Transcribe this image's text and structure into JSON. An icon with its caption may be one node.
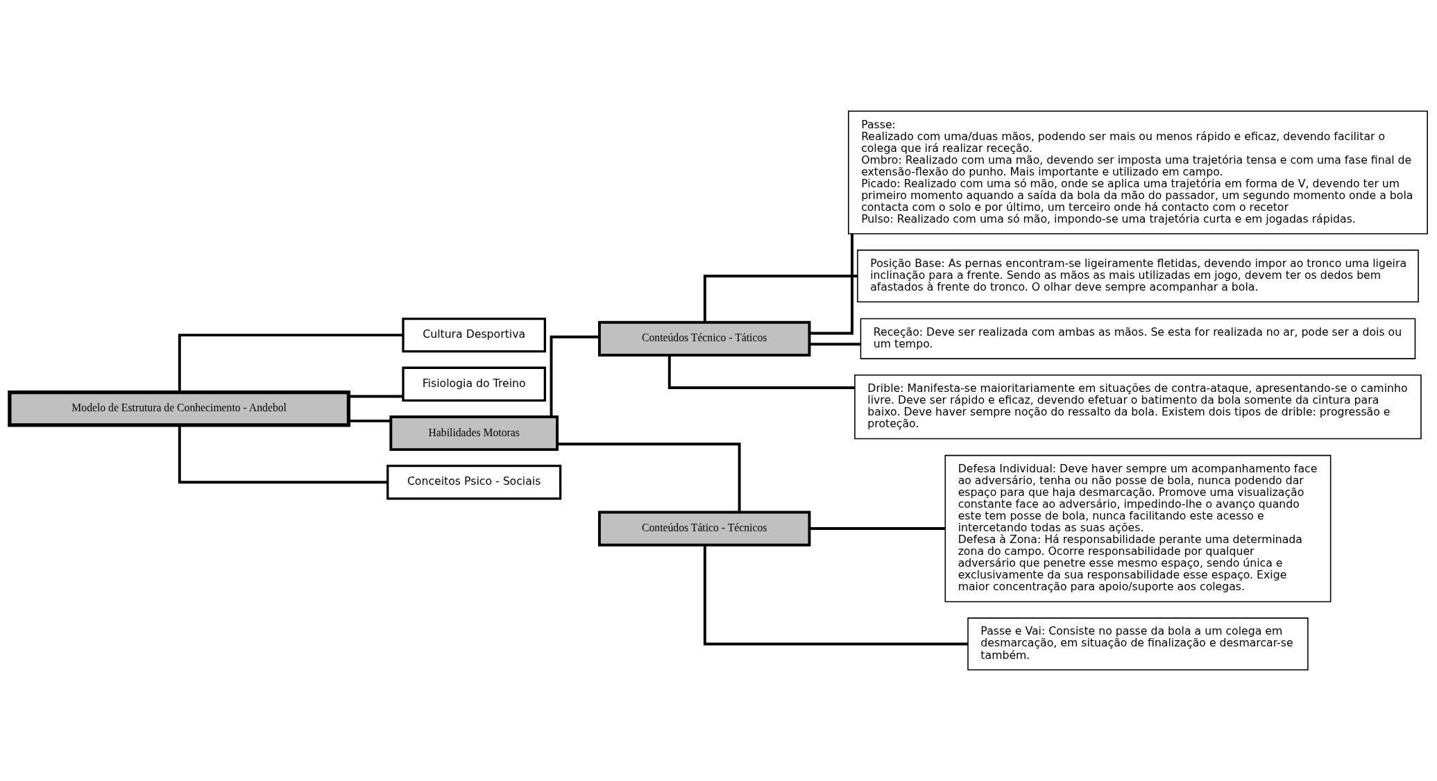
{
  "diagram": {
    "nodes": [
      {
        "text": [
          "Modelo de Estrutura de Conhecimento - Andebol"
        ]
      },
      {
        "text": [
          "Cultura Desportiva"
        ]
      },
      {
        "text": [
          "Fisiologia do Treino"
        ]
      },
      {
        "text": [
          "Habilidades Motoras"
        ]
      },
      {
        "text": [
          "Conceitos Psico - Sociais"
        ]
      },
      {
        "text": [
          "Conteúdos Técnico - Táticos"
        ]
      },
      {
        "text": [
          "Conteúdos Tático - Técnicos"
        ]
      },
      {
        "text": [
          "Passe:",
          "Realizado com uma/duas mãos, podendo ser mais ou menos rápido e eficaz, devendo facilitar o colega que irá realizar receção.",
          "Ombro: Realizado com uma mão, devendo ser imposta uma trajetória tensa e com uma fase final de extensão-flexão do punho. Mais importante e utilizado em campo.",
          "Picado: Realizado com uma só mão, onde se aplica uma trajetória em forma de V, devendo ter um primeiro momento aquando a saída da bola da mão do passador, um segundo momento onde a bola contacta com o solo e por último, um terceiro onde há contacto com o recetor",
          "Pulso: Realizado com uma só mão, impondo-se uma trajetória curta e em jogadas rápidas."
        ]
      },
      {
        "text": [
          "Posição Base: As pernas encontram-se ligeiramente fletidas, devendo impor ao tronco uma ligeira inclinação para a frente. Sendo as mãos as mais utilizadas em jogo, devem ter os dedos bem afastados à frente do tronco. O olhar deve sempre acompanhar a bola."
        ]
      },
      {
        "text": [
          "Receção: Deve ser realizada com ambas as mãos. Se esta for realizada no ar, pode ser a dois ou um tempo."
        ]
      },
      {
        "text": [
          "Drible: Manifesta-se maioritariamente em situações de contra-ataque, apresentando-se o caminho livre. Deve ser rápido e eficaz, devendo efetuar o batimento da bola somente da cintura para baixo. Deve haver sempre noção do ressalto da bola. Existem dois tipos de drible: progressão e proteção."
        ]
      },
      {
        "text": [
          "Defesa Individual: Deve haver sempre um acompanhamento face ao adversário, tenha ou não posse de bola, nunca podendo dar espaço para que haja desmarcação. Promove uma visualização constante face ao adversário, impedindo-lhe o avanço quando este tem posse de bola, nunca facilitando este acesso e intercetando todas as suas ações.",
          "Defesa à Zona: Há responsabilidade perante uma determinada zona do campo. Ocorre responsabilidade por qualquer adversário que penetre esse mesmo espaço, sendo única e exclusivamente da sua responsabilidade esse espaço. Exige maior concentração para apoio/suporte aos colegas."
        ]
      },
      {
        "text": [
          "Passe e Vai: Consiste no passe da bola a um colega em desmarcação, em situação de finalização e desmarcar-se também."
        ]
      }
    ],
    "edges": [
      {
        "from": 0,
        "to": 1,
        "arrow": "none"
      },
      {
        "from": 0,
        "to": 2,
        "arrow": "none"
      },
      {
        "from": 0,
        "to": 3,
        "arrow": "none"
      },
      {
        "from": 0,
        "to": 4,
        "arrow": "none"
      },
      {
        "from": 3,
        "to": 5,
        "arrow": "none"
      },
      {
        "from": 3,
        "to": 6,
        "arrow": "none"
      },
      {
        "from": 5,
        "to": 7,
        "arrow": "none"
      },
      {
        "from": 5,
        "to": 8,
        "arrow": "none"
      },
      {
        "from": 5,
        "to": 9,
        "arrow": "none"
      },
      {
        "from": 5,
        "to": 10,
        "arrow": "none"
      },
      {
        "from": 6,
        "to": 11,
        "arrow": "none"
      },
      {
        "from": 6,
        "to": 12,
        "arrow": "none"
      }
    ]
  }
}
